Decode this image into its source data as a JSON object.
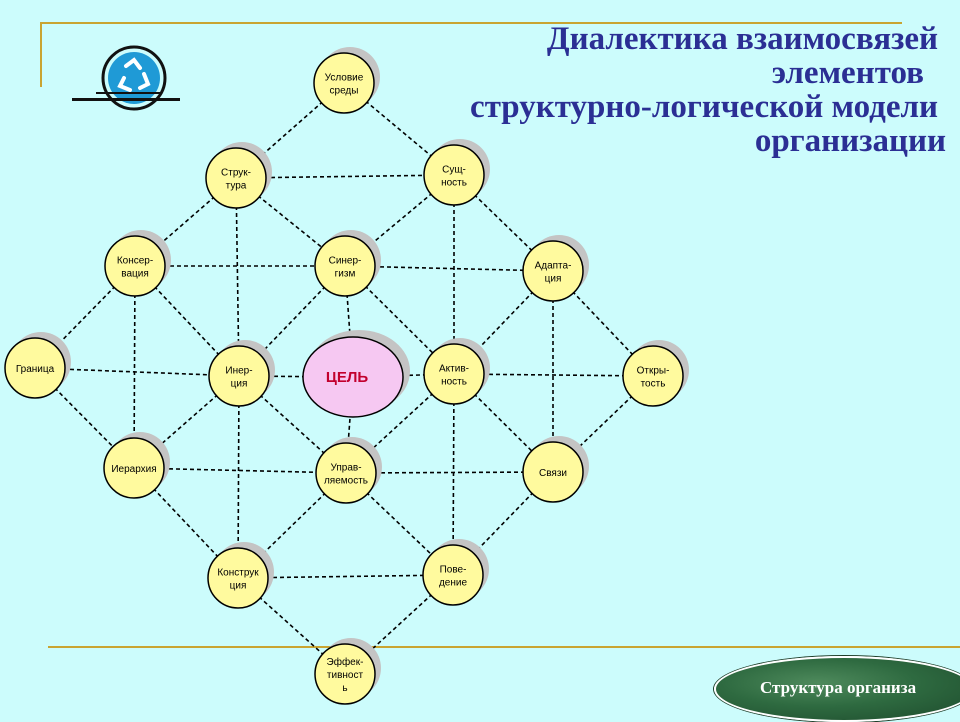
{
  "title": {
    "line1": "Диалектика взаимосвязей",
    "line2": "элементов",
    "line3": "структурно-логической модели",
    "line4": "организации"
  },
  "colors": {
    "background": "#ccfcfc",
    "title": "#2b2f94",
    "accent_line": "#c9a431",
    "node_fill": "#fffa9e",
    "node_shadow": "#c4c4c4",
    "center_fill": "#f6c8f2",
    "center_text": "#c2002e",
    "nav_button": "#2e6a40"
  },
  "logo": {
    "icon": "recycle-icon"
  },
  "diagram": {
    "center": {
      "label": "ЦЕЛЬ"
    },
    "nodes": [
      {
        "id": "uslovie",
        "lines": [
          "Условие",
          "среды"
        ]
      },
      {
        "id": "struktura",
        "lines": [
          "Струк-",
          "тура"
        ]
      },
      {
        "id": "sushnost",
        "lines": [
          "Сущ-",
          "ность"
        ]
      },
      {
        "id": "konservaciya",
        "lines": [
          "Консер-",
          "вация"
        ]
      },
      {
        "id": "sinergizm",
        "lines": [
          "Синер-",
          "гизм"
        ]
      },
      {
        "id": "adaptaciya",
        "lines": [
          "Адапта-",
          "ция"
        ]
      },
      {
        "id": "granica",
        "lines": [
          "Граница"
        ]
      },
      {
        "id": "inerciya",
        "lines": [
          "Инер-",
          "ция"
        ]
      },
      {
        "id": "aktivnost",
        "lines": [
          "Актив-",
          "ность"
        ]
      },
      {
        "id": "otkrytost",
        "lines": [
          "Откры-",
          "тость"
        ]
      },
      {
        "id": "ierarhiya",
        "lines": [
          "Иерархия"
        ]
      },
      {
        "id": "upravlyaemost",
        "lines": [
          "Управ-",
          "ляемость"
        ]
      },
      {
        "id": "svyazi",
        "lines": [
          "Связи"
        ]
      },
      {
        "id": "konstrukciya",
        "lines": [
          "Конструк",
          "ция"
        ]
      },
      {
        "id": "povedenie",
        "lines": [
          "Пове-",
          "дение"
        ]
      },
      {
        "id": "effektivnost",
        "lines": [
          "Эффек-",
          "тивност",
          "ь"
        ]
      }
    ],
    "edges": [
      [
        "uslovie",
        "struktura"
      ],
      [
        "uslovie",
        "sushnost"
      ],
      [
        "struktura",
        "sushnost"
      ],
      [
        "struktura",
        "konservaciya"
      ],
      [
        "struktura",
        "sinergizm"
      ],
      [
        "struktura",
        "inerciya"
      ],
      [
        "sushnost",
        "sinergizm"
      ],
      [
        "sushnost",
        "adaptaciya"
      ],
      [
        "sushnost",
        "aktivnost"
      ],
      [
        "konservaciya",
        "sinergizm"
      ],
      [
        "konservaciya",
        "granica"
      ],
      [
        "konservaciya",
        "inerciya"
      ],
      [
        "konservaciya",
        "ierarhiya"
      ],
      [
        "sinergizm",
        "adaptaciya"
      ],
      [
        "sinergizm",
        "inerciya"
      ],
      [
        "sinergizm",
        "aktivnost"
      ],
      [
        "sinergizm",
        "center"
      ],
      [
        "adaptaciya",
        "aktivnost"
      ],
      [
        "adaptaciya",
        "otkrytost"
      ],
      [
        "adaptaciya",
        "svyazi"
      ],
      [
        "granica",
        "inerciya"
      ],
      [
        "granica",
        "ierarhiya"
      ],
      [
        "inerciya",
        "center"
      ],
      [
        "inerciya",
        "ierarhiya"
      ],
      [
        "inerciya",
        "upravlyaemost"
      ],
      [
        "inerciya",
        "konstrukciya"
      ],
      [
        "center",
        "aktivnost"
      ],
      [
        "center",
        "upravlyaemost"
      ],
      [
        "aktivnost",
        "otkrytost"
      ],
      [
        "aktivnost",
        "upravlyaemost"
      ],
      [
        "aktivnost",
        "svyazi"
      ],
      [
        "aktivnost",
        "povedenie"
      ],
      [
        "otkrytost",
        "svyazi"
      ],
      [
        "ierarhiya",
        "upravlyaemost"
      ],
      [
        "ierarhiya",
        "konstrukciya"
      ],
      [
        "upravlyaemost",
        "svyazi"
      ],
      [
        "upravlyaemost",
        "konstrukciya"
      ],
      [
        "upravlyaemost",
        "povedenie"
      ],
      [
        "svyazi",
        "povedenie"
      ],
      [
        "konstrukciya",
        "povedenie"
      ],
      [
        "konstrukciya",
        "effektivnost"
      ],
      [
        "povedenie",
        "effektivnost"
      ]
    ]
  },
  "nav_button": {
    "label": "Структура организа"
  }
}
